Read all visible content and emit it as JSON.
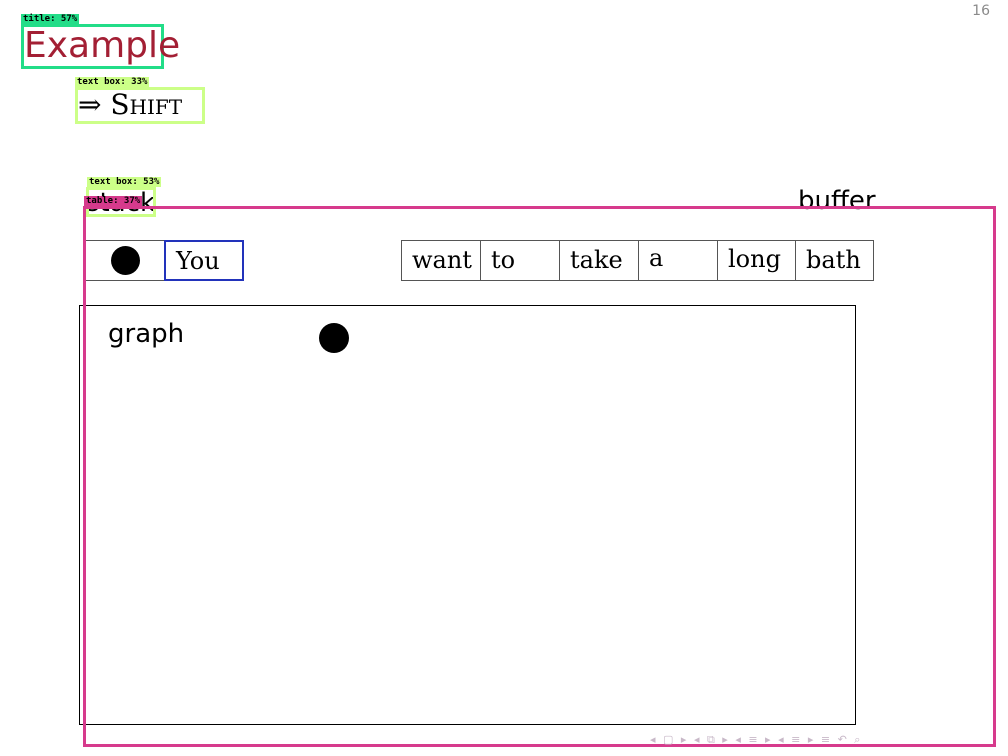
{
  "page_number": "16",
  "title": "Example",
  "shift_line": {
    "arrow": "⇒",
    "word": "Shift"
  },
  "stack_label": "stack",
  "buffer_label": "buffer",
  "stack_cells": [
    {
      "text": ""
    },
    {
      "text": "You"
    }
  ],
  "buffer_cells": [
    "want",
    "to",
    "take",
    "a",
    "long",
    "bath"
  ],
  "graph_label": "graph",
  "annotations": {
    "title": "title: 57%",
    "text_box_shift": "text box: 33%",
    "text_box_stack": "text box: 53%",
    "table": "table: 37%"
  },
  "annotation_colors": {
    "title": "#22dd88",
    "text_box": "#ccff88",
    "table": "#d63a8c"
  },
  "colors": {
    "title": "#a31f34",
    "focus_box": "#2233bb"
  },
  "nav_icons": [
    "prev-frame-icon",
    "prev-section-icon",
    "prev-subsection-icon",
    "prev-slide-icon",
    "next-slide-icon",
    "search-icon",
    "back-icon"
  ]
}
